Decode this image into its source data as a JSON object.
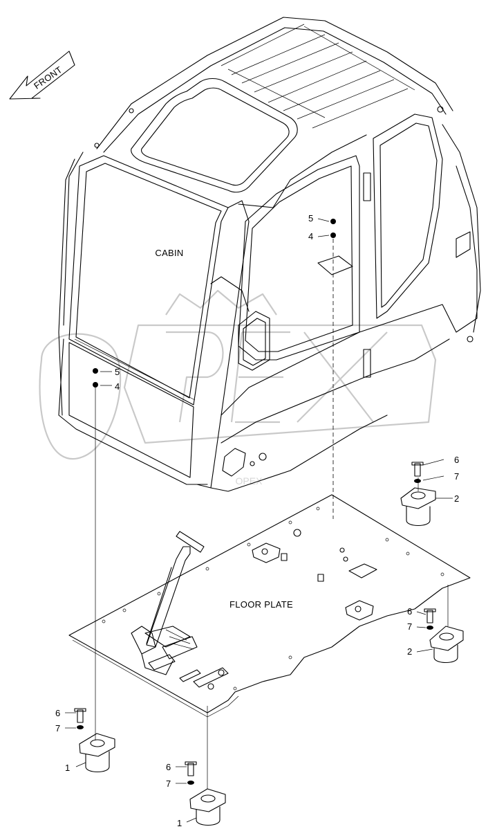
{
  "direction_label": "FRONT",
  "watermark_text": "OPEX",
  "assemblies": {
    "cabin": "CABIN",
    "floor_plate": "FLOOR PLATE"
  },
  "callouts": {
    "cabin_nut_right": "5",
    "cabin_washer_right": "4",
    "cabin_nut_left": "5",
    "cabin_washer_left": "4",
    "bolt_rear_right": "6",
    "washer_rear_right": "7",
    "mount_rear_right": "2",
    "bolt_mid_right": "6",
    "washer_mid_right": "7",
    "mount_mid_right": "2",
    "bolt_front_left": "6",
    "washer_front_left": "7",
    "mount_front_left": "1",
    "bolt_front_center": "6",
    "washer_front_center": "7",
    "mount_front_center": "1"
  },
  "colors": {
    "line": "#000000",
    "watermark": "#c9c9c9",
    "background": "#ffffff"
  }
}
